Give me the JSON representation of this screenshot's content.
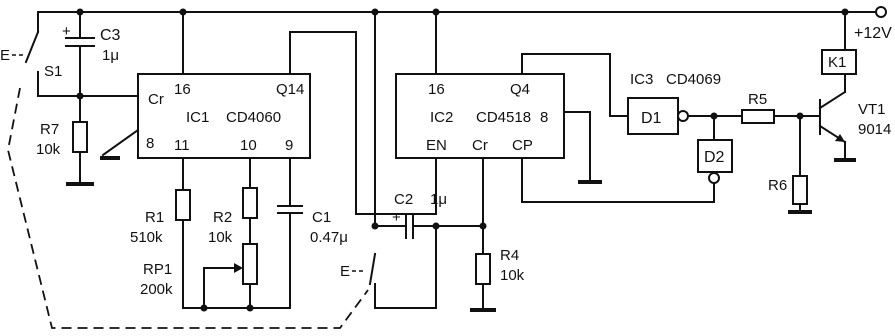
{
  "supply": {
    "label": "+12V"
  },
  "relay": {
    "label": "K1"
  },
  "transistor": {
    "ref": "VT1",
    "part": "9014"
  },
  "switches": {
    "s1": "S1",
    "e1": "E",
    "e2": "E"
  },
  "ic1": {
    "ref": "IC1",
    "part": "CD4060",
    "pins": {
      "p16": "16",
      "q14": "Q14",
      "cr": "Cr",
      "p8": "8",
      "p11": "11",
      "p10": "10",
      "p9": "9"
    }
  },
  "ic2": {
    "ref": "IC2",
    "part": "CD4518",
    "pins": {
      "p16": "16",
      "q4": "Q4",
      "p8": "8",
      "en": "EN",
      "cr": "Cr",
      "cp": "CP"
    }
  },
  "ic3": {
    "ref": "IC3",
    "part": "CD4069",
    "gate1": "D1",
    "gate2": "D2"
  },
  "components": {
    "c3": {
      "ref": "C3",
      "value": "1μ",
      "polarity": "+"
    },
    "c2": {
      "ref": "C2",
      "value": "1μ",
      "polarity": "+"
    },
    "c1": {
      "ref": "C1",
      "value": "0.47μ"
    },
    "r7": {
      "ref": "R7",
      "value": "10k"
    },
    "r1": {
      "ref": "R1",
      "value": "510k"
    },
    "r2": {
      "ref": "R2",
      "value": "10k"
    },
    "rp1": {
      "ref": "RP1",
      "value": "200k"
    },
    "r4": {
      "ref": "R4",
      "value": "10k"
    },
    "r5": {
      "ref": "R5"
    },
    "r6": {
      "ref": "R6"
    }
  }
}
